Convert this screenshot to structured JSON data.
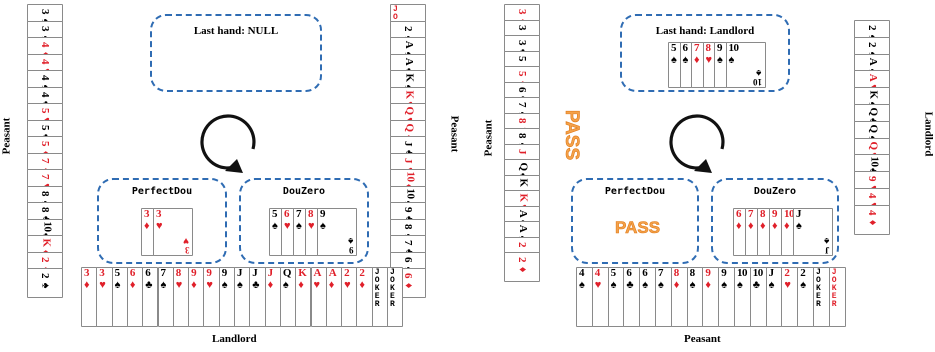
{
  "left": {
    "last_hand_title": "Last hand: NULL",
    "top_role": "Peasant",
    "right_role": "Peasant",
    "bottom_role": "Landlord",
    "agent1": "PerfectDou",
    "agent2": "DouZero",
    "left_hand": [
      {
        "r": "3",
        "s": "♠",
        "c": "black"
      },
      {
        "r": "3",
        "s": "♠",
        "c": "black"
      },
      {
        "r": "4",
        "s": "♦",
        "c": "red"
      },
      {
        "r": "4",
        "s": "♥",
        "c": "red"
      },
      {
        "r": "4",
        "s": "♠",
        "c": "black"
      },
      {
        "r": "4",
        "s": "♣",
        "c": "black"
      },
      {
        "r": "5",
        "s": "♥",
        "c": "red"
      },
      {
        "r": "5",
        "s": "♣",
        "c": "black"
      },
      {
        "r": "5",
        "s": "♦",
        "c": "red"
      },
      {
        "r": "7",
        "s": "♦",
        "c": "red"
      },
      {
        "r": "7",
        "s": "♥",
        "c": "red"
      },
      {
        "r": "8",
        "s": "♠",
        "c": "black"
      },
      {
        "r": "8",
        "s": "♣",
        "c": "black"
      },
      {
        "r": "10",
        "s": "♣",
        "c": "black"
      },
      {
        "r": "K",
        "s": "♦",
        "c": "red"
      },
      {
        "r": "2",
        "s": "♦",
        "c": "red"
      },
      {
        "r": "2",
        "s": "♠",
        "c": "black"
      }
    ],
    "right_hand": [
      {
        "r": "JOKER",
        "s": "",
        "c": "red"
      },
      {
        "r": "2",
        "s": "♠",
        "c": "black"
      },
      {
        "r": "A",
        "s": "♠",
        "c": "black"
      },
      {
        "r": "A",
        "s": "♣",
        "c": "black"
      },
      {
        "r": "K",
        "s": "♠",
        "c": "black"
      },
      {
        "r": "K",
        "s": "♥",
        "c": "red"
      },
      {
        "r": "Q",
        "s": "♥",
        "c": "red"
      },
      {
        "r": "Q",
        "s": "♦",
        "c": "red"
      },
      {
        "r": "J",
        "s": "♣",
        "c": "black"
      },
      {
        "r": "J",
        "s": "♥",
        "c": "red"
      },
      {
        "r": "10",
        "s": "♦",
        "c": "red"
      },
      {
        "r": "10",
        "s": "♠",
        "c": "black"
      },
      {
        "r": "9",
        "s": "♣",
        "c": "black"
      },
      {
        "r": "8",
        "s": "♠",
        "c": "black"
      },
      {
        "r": "7",
        "s": "♣",
        "c": "black"
      },
      {
        "r": "6",
        "s": "♠",
        "c": "black"
      },
      {
        "r": "6",
        "s": "♦",
        "c": "red"
      }
    ],
    "bottom_hand": [
      {
        "r": "3",
        "s": "♦",
        "c": "red"
      },
      {
        "r": "3",
        "s": "♥",
        "c": "red"
      },
      {
        "r": "5",
        "s": "♠",
        "c": "black"
      },
      {
        "r": "6",
        "s": "♦",
        "c": "red"
      },
      {
        "r": "6",
        "s": "♣",
        "c": "black"
      },
      {
        "r": "7",
        "s": "♠",
        "c": "black"
      },
      {
        "r": "8",
        "s": "♥",
        "c": "red"
      },
      {
        "r": "9",
        "s": "♦",
        "c": "red"
      },
      {
        "r": "9",
        "s": "♥",
        "c": "red"
      },
      {
        "r": "9",
        "s": "♠",
        "c": "black"
      },
      {
        "r": "J",
        "s": "♠",
        "c": "black"
      },
      {
        "r": "J",
        "s": "♣",
        "c": "black"
      },
      {
        "r": "J",
        "s": "♦",
        "c": "red"
      },
      {
        "r": "Q",
        "s": "♠",
        "c": "black"
      },
      {
        "r": "K",
        "s": "♦",
        "c": "red"
      },
      {
        "r": "A",
        "s": "♥",
        "c": "red"
      },
      {
        "r": "A",
        "s": "♦",
        "c": "red"
      },
      {
        "r": "2",
        "s": "♥",
        "c": "red"
      },
      {
        "r": "2",
        "s": "♦",
        "c": "red"
      },
      {
        "r": "JOKER",
        "s": "",
        "c": "black"
      },
      {
        "r": "JOKER",
        "s": "",
        "c": "black"
      }
    ],
    "agent1_cards": [
      {
        "r": "3",
        "s": "♦",
        "c": "red"
      },
      {
        "r": "3",
        "s": "♥",
        "c": "red"
      }
    ],
    "agent2_cards": [
      {
        "r": "5",
        "s": "♠",
        "c": "black"
      },
      {
        "r": "6",
        "s": "♥",
        "c": "red"
      },
      {
        "r": "7",
        "s": "♠",
        "c": "black"
      },
      {
        "r": "8",
        "s": "♥",
        "c": "red"
      },
      {
        "r": "9",
        "s": "♠",
        "c": "black"
      }
    ]
  },
  "right": {
    "last_hand_title": "Last hand: Landlord",
    "left_role": "Peasant",
    "right_role": "Landlord",
    "bottom_role": "Peasant",
    "pass_side": "PASS",
    "pass_agent": "PASS",
    "agent1": "PerfectDou",
    "agent2": "DouZero",
    "last_cards": [
      {
        "r": "5",
        "s": "♠",
        "c": "black"
      },
      {
        "r": "6",
        "s": "♠",
        "c": "black"
      },
      {
        "r": "7",
        "s": "♦",
        "c": "red"
      },
      {
        "r": "8",
        "s": "♥",
        "c": "red"
      },
      {
        "r": "9",
        "s": "♠",
        "c": "black"
      },
      {
        "r": "10",
        "s": "♠",
        "c": "black"
      }
    ],
    "left_hand": [
      {
        "r": "3",
        "s": "♦",
        "c": "red"
      },
      {
        "r": "3",
        "s": "♠",
        "c": "black"
      },
      {
        "r": "3",
        "s": "♣",
        "c": "black"
      },
      {
        "r": "5",
        "s": "♠",
        "c": "black"
      },
      {
        "r": "5",
        "s": "♦",
        "c": "red"
      },
      {
        "r": "6",
        "s": "♣",
        "c": "black"
      },
      {
        "r": "7",
        "s": "♠",
        "c": "black"
      },
      {
        "r": "8",
        "s": "♥",
        "c": "red"
      },
      {
        "r": "8",
        "s": "♠",
        "c": "black"
      },
      {
        "r": "J",
        "s": "♦",
        "c": "red"
      },
      {
        "r": "Q",
        "s": "♣",
        "c": "black"
      },
      {
        "r": "K",
        "s": "♠",
        "c": "black"
      },
      {
        "r": "K",
        "s": "♥",
        "c": "red"
      },
      {
        "r": "A",
        "s": "♣",
        "c": "black"
      },
      {
        "r": "A",
        "s": "♠",
        "c": "black"
      },
      {
        "r": "2",
        "s": "♦",
        "c": "red"
      },
      {
        "r": "2",
        "s": "♦",
        "c": "red"
      }
    ],
    "right_hand": [
      {
        "r": "2",
        "s": "♠",
        "c": "black"
      },
      {
        "r": "2",
        "s": "♠",
        "c": "black"
      },
      {
        "r": "A",
        "s": "♠",
        "c": "black"
      },
      {
        "r": "A",
        "s": "♥",
        "c": "red"
      },
      {
        "r": "K",
        "s": "♠",
        "c": "black"
      },
      {
        "r": "Q",
        "s": "♣",
        "c": "black"
      },
      {
        "r": "Q",
        "s": "♠",
        "c": "black"
      },
      {
        "r": "Q",
        "s": "♥",
        "c": "red"
      },
      {
        "r": "10",
        "s": "♣",
        "c": "black"
      },
      {
        "r": "9",
        "s": "♥",
        "c": "red"
      },
      {
        "r": "4",
        "s": "♥",
        "c": "red"
      },
      {
        "r": "4",
        "s": "♦",
        "c": "red"
      }
    ],
    "bottom_hand": [
      {
        "r": "4",
        "s": "♠",
        "c": "black"
      },
      {
        "r": "4",
        "s": "♥",
        "c": "red"
      },
      {
        "r": "5",
        "s": "♠",
        "c": "black"
      },
      {
        "r": "6",
        "s": "♣",
        "c": "black"
      },
      {
        "r": "6",
        "s": "♠",
        "c": "black"
      },
      {
        "r": "7",
        "s": "♠",
        "c": "black"
      },
      {
        "r": "8",
        "s": "♦",
        "c": "red"
      },
      {
        "r": "8",
        "s": "♠",
        "c": "black"
      },
      {
        "r": "9",
        "s": "♦",
        "c": "red"
      },
      {
        "r": "9",
        "s": "♠",
        "c": "black"
      },
      {
        "r": "10",
        "s": "♠",
        "c": "black"
      },
      {
        "r": "10",
        "s": "♣",
        "c": "black"
      },
      {
        "r": "J",
        "s": "♠",
        "c": "black"
      },
      {
        "r": "2",
        "s": "♥",
        "c": "red"
      },
      {
        "r": "2",
        "s": "♠",
        "c": "black"
      },
      {
        "r": "JOKER",
        "s": "",
        "c": "black"
      },
      {
        "r": "JOKER",
        "s": "",
        "c": "red"
      }
    ],
    "agent2_cards": [
      {
        "r": "6",
        "s": "♦",
        "c": "red"
      },
      {
        "r": "7",
        "s": "♦",
        "c": "red"
      },
      {
        "r": "8",
        "s": "♦",
        "c": "red"
      },
      {
        "r": "9",
        "s": "♦",
        "c": "red"
      },
      {
        "r": "10",
        "s": "♦",
        "c": "red"
      },
      {
        "r": "J",
        "s": "♠",
        "c": "black"
      }
    ]
  }
}
